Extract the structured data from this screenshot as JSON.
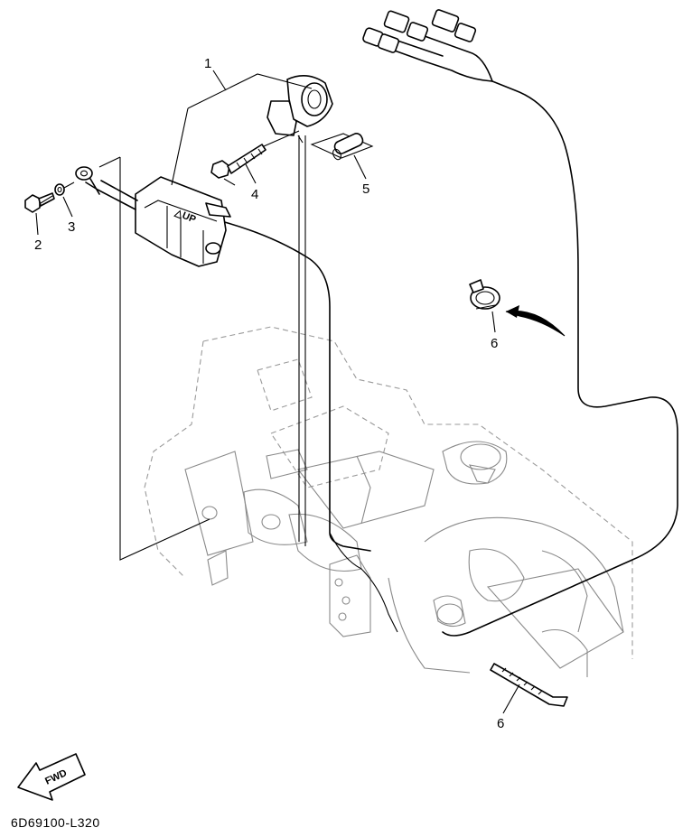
{
  "drawing_code": "6D69100-L320",
  "fwd_label": "FWD",
  "up_label": "△UP",
  "callouts": [
    {
      "id": "1",
      "label": "1"
    },
    {
      "id": "2",
      "label": "2"
    },
    {
      "id": "3",
      "label": "3"
    },
    {
      "id": "4",
      "label": "4"
    },
    {
      "id": "5",
      "label": "5"
    },
    {
      "id": "6a",
      "label": "6"
    },
    {
      "id": "6b",
      "label": "6"
    }
  ]
}
